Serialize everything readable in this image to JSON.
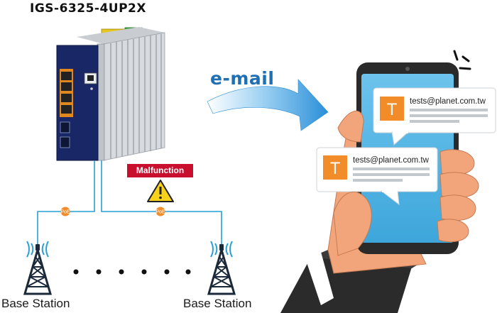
{
  "device": {
    "model": "IGS-6325-4UP2X"
  },
  "alert": {
    "label": "Malfunction"
  },
  "email": {
    "label": "e-mail"
  },
  "poe": {
    "left_label": "PoE",
    "right_label": "PoE"
  },
  "stations": [
    {
      "label": "Base Station"
    },
    {
      "label": "Base Station"
    }
  ],
  "notifications": [
    {
      "avatar_letter": "T",
      "sender": "tests@planet.com.tw"
    },
    {
      "avatar_letter": "T",
      "sender": "tests@planet.com.tw"
    }
  ],
  "colors": {
    "link": "#2a9fd6",
    "poe_badge": "#f28c28",
    "alert_badge": "#c8102e",
    "email_text": "#1f6fb5",
    "avatar": "#f28c28",
    "screen": "#58b8e6"
  }
}
